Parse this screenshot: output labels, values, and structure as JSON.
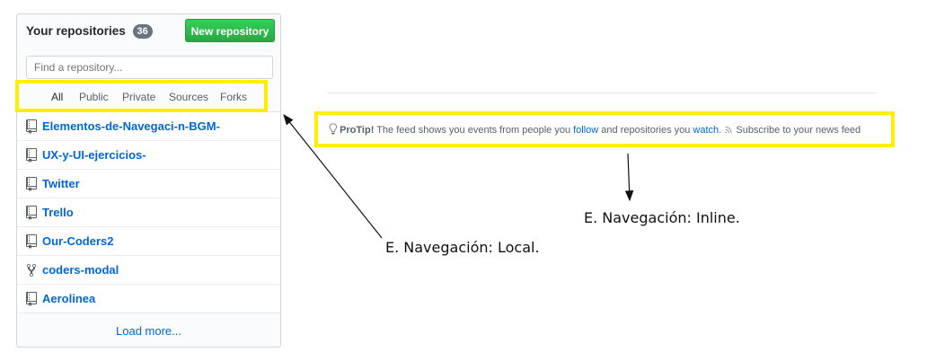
{
  "repo_panel": {
    "title": "Your repositories",
    "count": "36",
    "new_button": "New repository",
    "search_placeholder": "Find a repository...",
    "filters": [
      "All",
      "Public",
      "Private",
      "Sources",
      "Forks"
    ],
    "active_filter": "All",
    "repos": [
      {
        "name": "Elementos-de-Navegaci-n-BGM-",
        "icon": "repo-icon"
      },
      {
        "name": "UX-y-UI-ejercicios-",
        "icon": "repo-icon"
      },
      {
        "name": "Twitter",
        "icon": "repo-icon"
      },
      {
        "name": "Trello",
        "icon": "repo-icon"
      },
      {
        "name": "Our-Coders2",
        "icon": "repo-icon"
      },
      {
        "name": "coders-modal",
        "icon": "fork-icon"
      },
      {
        "name": "Aerolinea",
        "icon": "repo-icon"
      }
    ],
    "load_more": "Load more..."
  },
  "protip": {
    "label": "ProTip!",
    "text_1": " The feed shows you events from people you ",
    "link_follow": "follow",
    "text_2": " and repositories you ",
    "link_watch": "watch",
    "text_3": ".",
    "subscribe": "Subscribe to your news feed"
  },
  "annotations": {
    "local": "E. Navegación: Local.",
    "inline": "E. Navegación: Inline."
  },
  "colors": {
    "highlight": "#ffee00",
    "link": "#0366d6",
    "button_green": "#28a745",
    "active_tab_underline": "#e36209"
  }
}
